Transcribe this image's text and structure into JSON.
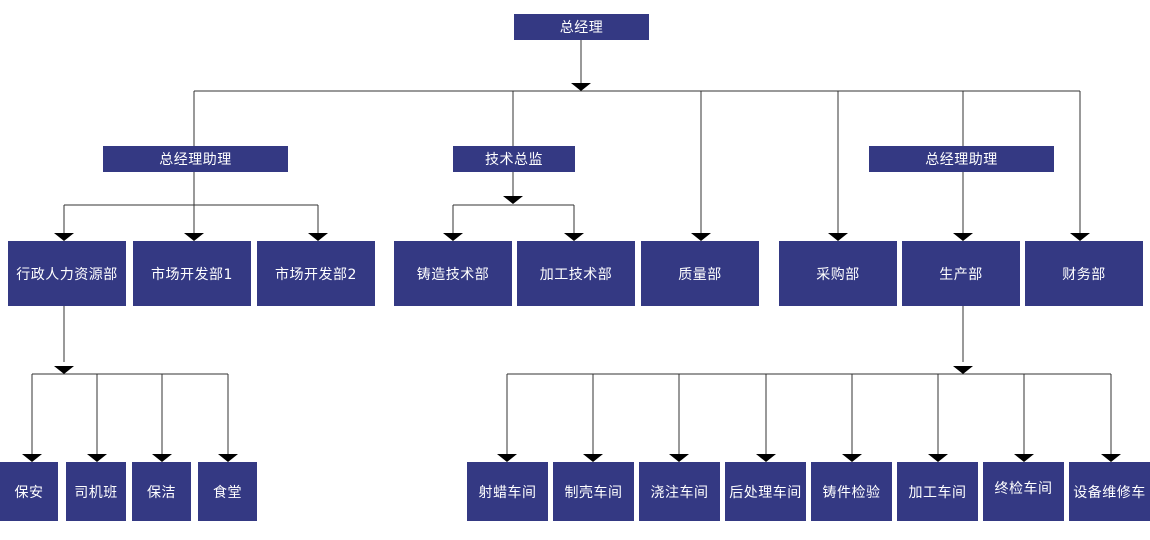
{
  "org": {
    "top": "总经理",
    "assistant_left": "总经理助理",
    "tech_director": "技术总监",
    "assistant_right": "总经理助理",
    "admin_hr": "行政人力资源部",
    "market1": "市场开发部1",
    "market2": "市场开发部2",
    "casting_tech": "铸造技术部",
    "machining_tech": "加工技术部",
    "quality": "质量部",
    "purchasing": "采购部",
    "production": "生产部",
    "finance": "财务部",
    "security": "保安",
    "drivers": "司机班",
    "cleaning": "保洁",
    "canteen": "食堂",
    "wax_shop": "射蜡车间",
    "shell_shop": "制壳车间",
    "pouring_shop": "浇注车间",
    "post_shop": "后处理车间",
    "inspection": "铸件检验",
    "machining_shop": "加工车间",
    "final_inspect": "终检车间",
    "maintenance": "设备维修车"
  },
  "colors": {
    "box_fill": "#343983",
    "box_text": "#ffffff",
    "connector": "#333333",
    "arrow": "#000000"
  }
}
